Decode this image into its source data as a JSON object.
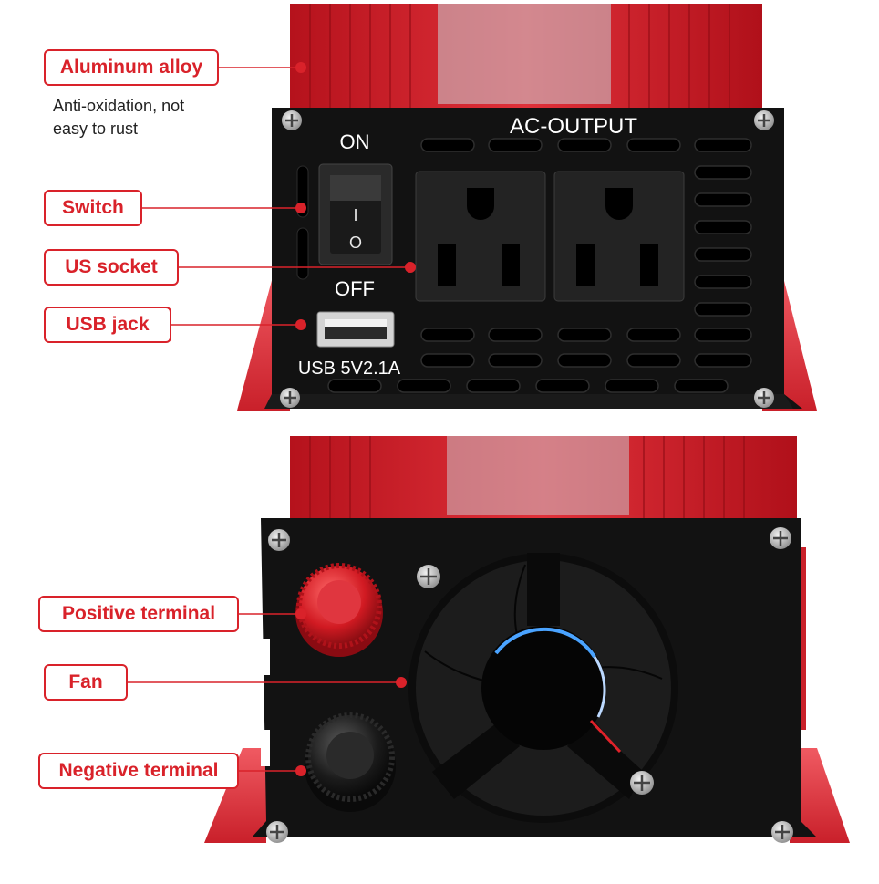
{
  "top_panel": {
    "label_on": "ON",
    "label_off": "OFF",
    "label_ac_output": "AC-OUTPUT",
    "label_usb": "USB 5V2.1A",
    "switch_marks": {
      "on": "I",
      "off": "O"
    }
  },
  "callouts": {
    "aluminum_alloy": "Aluminum alloy",
    "aluminum_note_line1": "Anti-oxidation, not",
    "aluminum_note_line2": "easy to rust",
    "switch": "Switch",
    "us_socket": "US socket",
    "usb_jack": "USB jack",
    "positive_terminal": "Positive terminal",
    "fan": "Fan",
    "negative_terminal": "Negative terminal"
  },
  "colors": {
    "accent": "#d9222a",
    "housing_red": "#d8202c",
    "panel_black": "#121212"
  },
  "icons": [
    "screw-icon",
    "fan-icon",
    "socket-icon",
    "usb-port-icon",
    "rocker-switch-icon"
  ]
}
